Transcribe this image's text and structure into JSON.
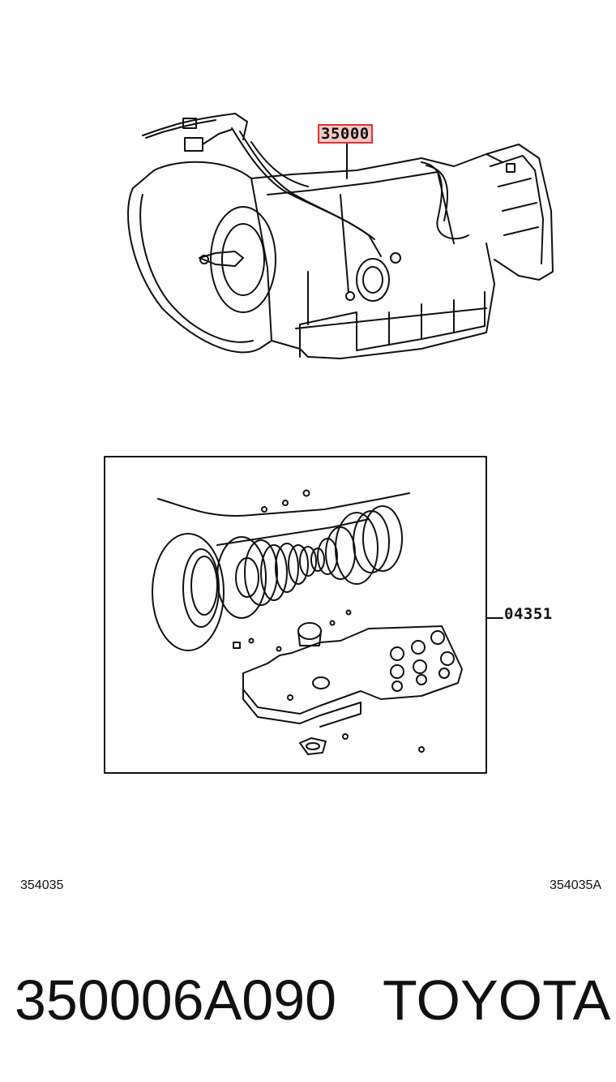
{
  "callouts": {
    "main_part": "35000",
    "gasket_kit": "04351"
  },
  "figure_codes": {
    "left": "354035",
    "right": "354035A"
  },
  "footer": {
    "part_number": "350006A090",
    "brand": "TOYOTA"
  },
  "colors": {
    "highlight_fill": "#f6c8c8",
    "highlight_border": "#d33333",
    "ink": "#111111"
  }
}
